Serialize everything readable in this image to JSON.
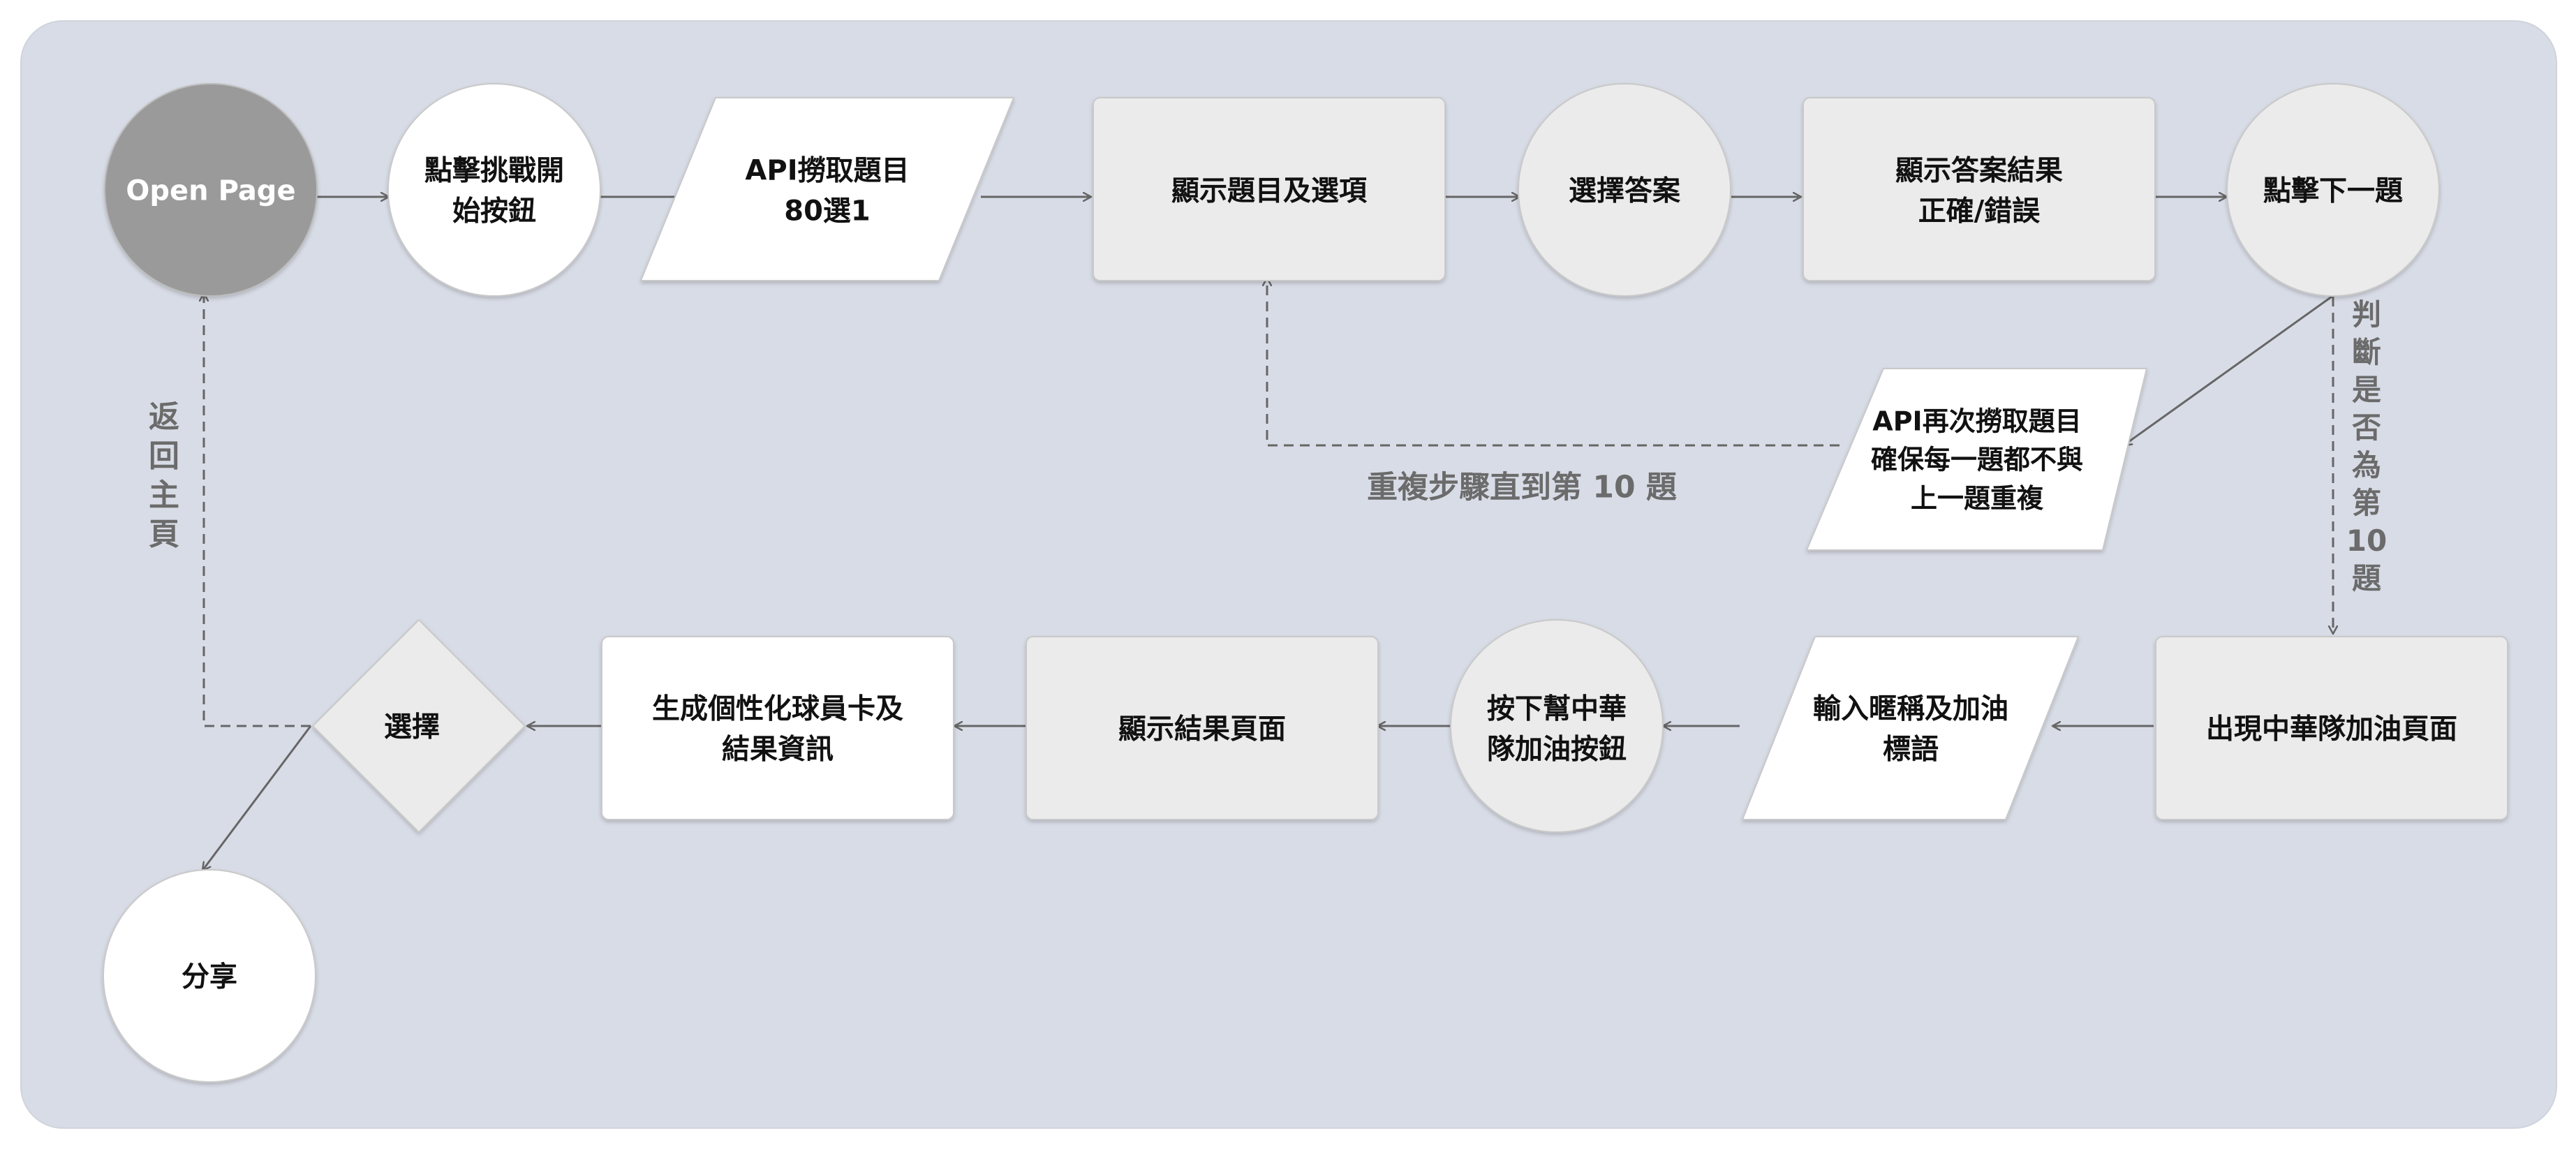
{
  "colors": {
    "panel": "#d8dce6",
    "white_node": "#ffffff",
    "light_node": "#ebebeb",
    "dark_node": "#9a9a9a",
    "stroke": "#c9c9c9",
    "arrow": "#666666",
    "annotation": "#6b6b6b"
  },
  "nodes": {
    "open_page": {
      "lines": [
        "Open Page"
      ]
    },
    "click_start": {
      "lines": [
        "點擊挑戰開",
        "始按鈕"
      ]
    },
    "api_fetch": {
      "lines": [
        "API撈取題目",
        "80選1"
      ]
    },
    "show_question": {
      "lines": [
        "顯示題目及選項"
      ]
    },
    "choose_answer": {
      "lines": [
        "選擇答案"
      ]
    },
    "show_result": {
      "lines": [
        "顯示答案結果",
        "正確/錯誤"
      ]
    },
    "click_next": {
      "lines": [
        "點擊下一題"
      ]
    },
    "api_refetch": {
      "lines": [
        "API再次撈取題目",
        "確保每一題都不與",
        "上一題重複"
      ]
    },
    "cheer_page": {
      "lines": [
        "出現中華隊加油頁面"
      ]
    },
    "input_nickname": {
      "lines": [
        "輸入暱稱及加油",
        "標語"
      ]
    },
    "press_cheer": {
      "lines": [
        "按下幫中華",
        "隊加油按鈕"
      ]
    },
    "result_page": {
      "lines": [
        "顯示結果頁面"
      ]
    },
    "generate_card": {
      "lines": [
        "生成個性化球員卡及",
        "結果資訊"
      ]
    },
    "choose": {
      "lines": [
        "選擇"
      ]
    },
    "share": {
      "lines": [
        "分享"
      ]
    }
  },
  "annotations": {
    "repeat": "重複步驟直到第 10 題",
    "judge": [
      "判",
      "斷",
      "是",
      "否",
      "為",
      "第",
      "10",
      "題"
    ],
    "return_home": [
      "返",
      "回",
      "主",
      "頁"
    ]
  }
}
